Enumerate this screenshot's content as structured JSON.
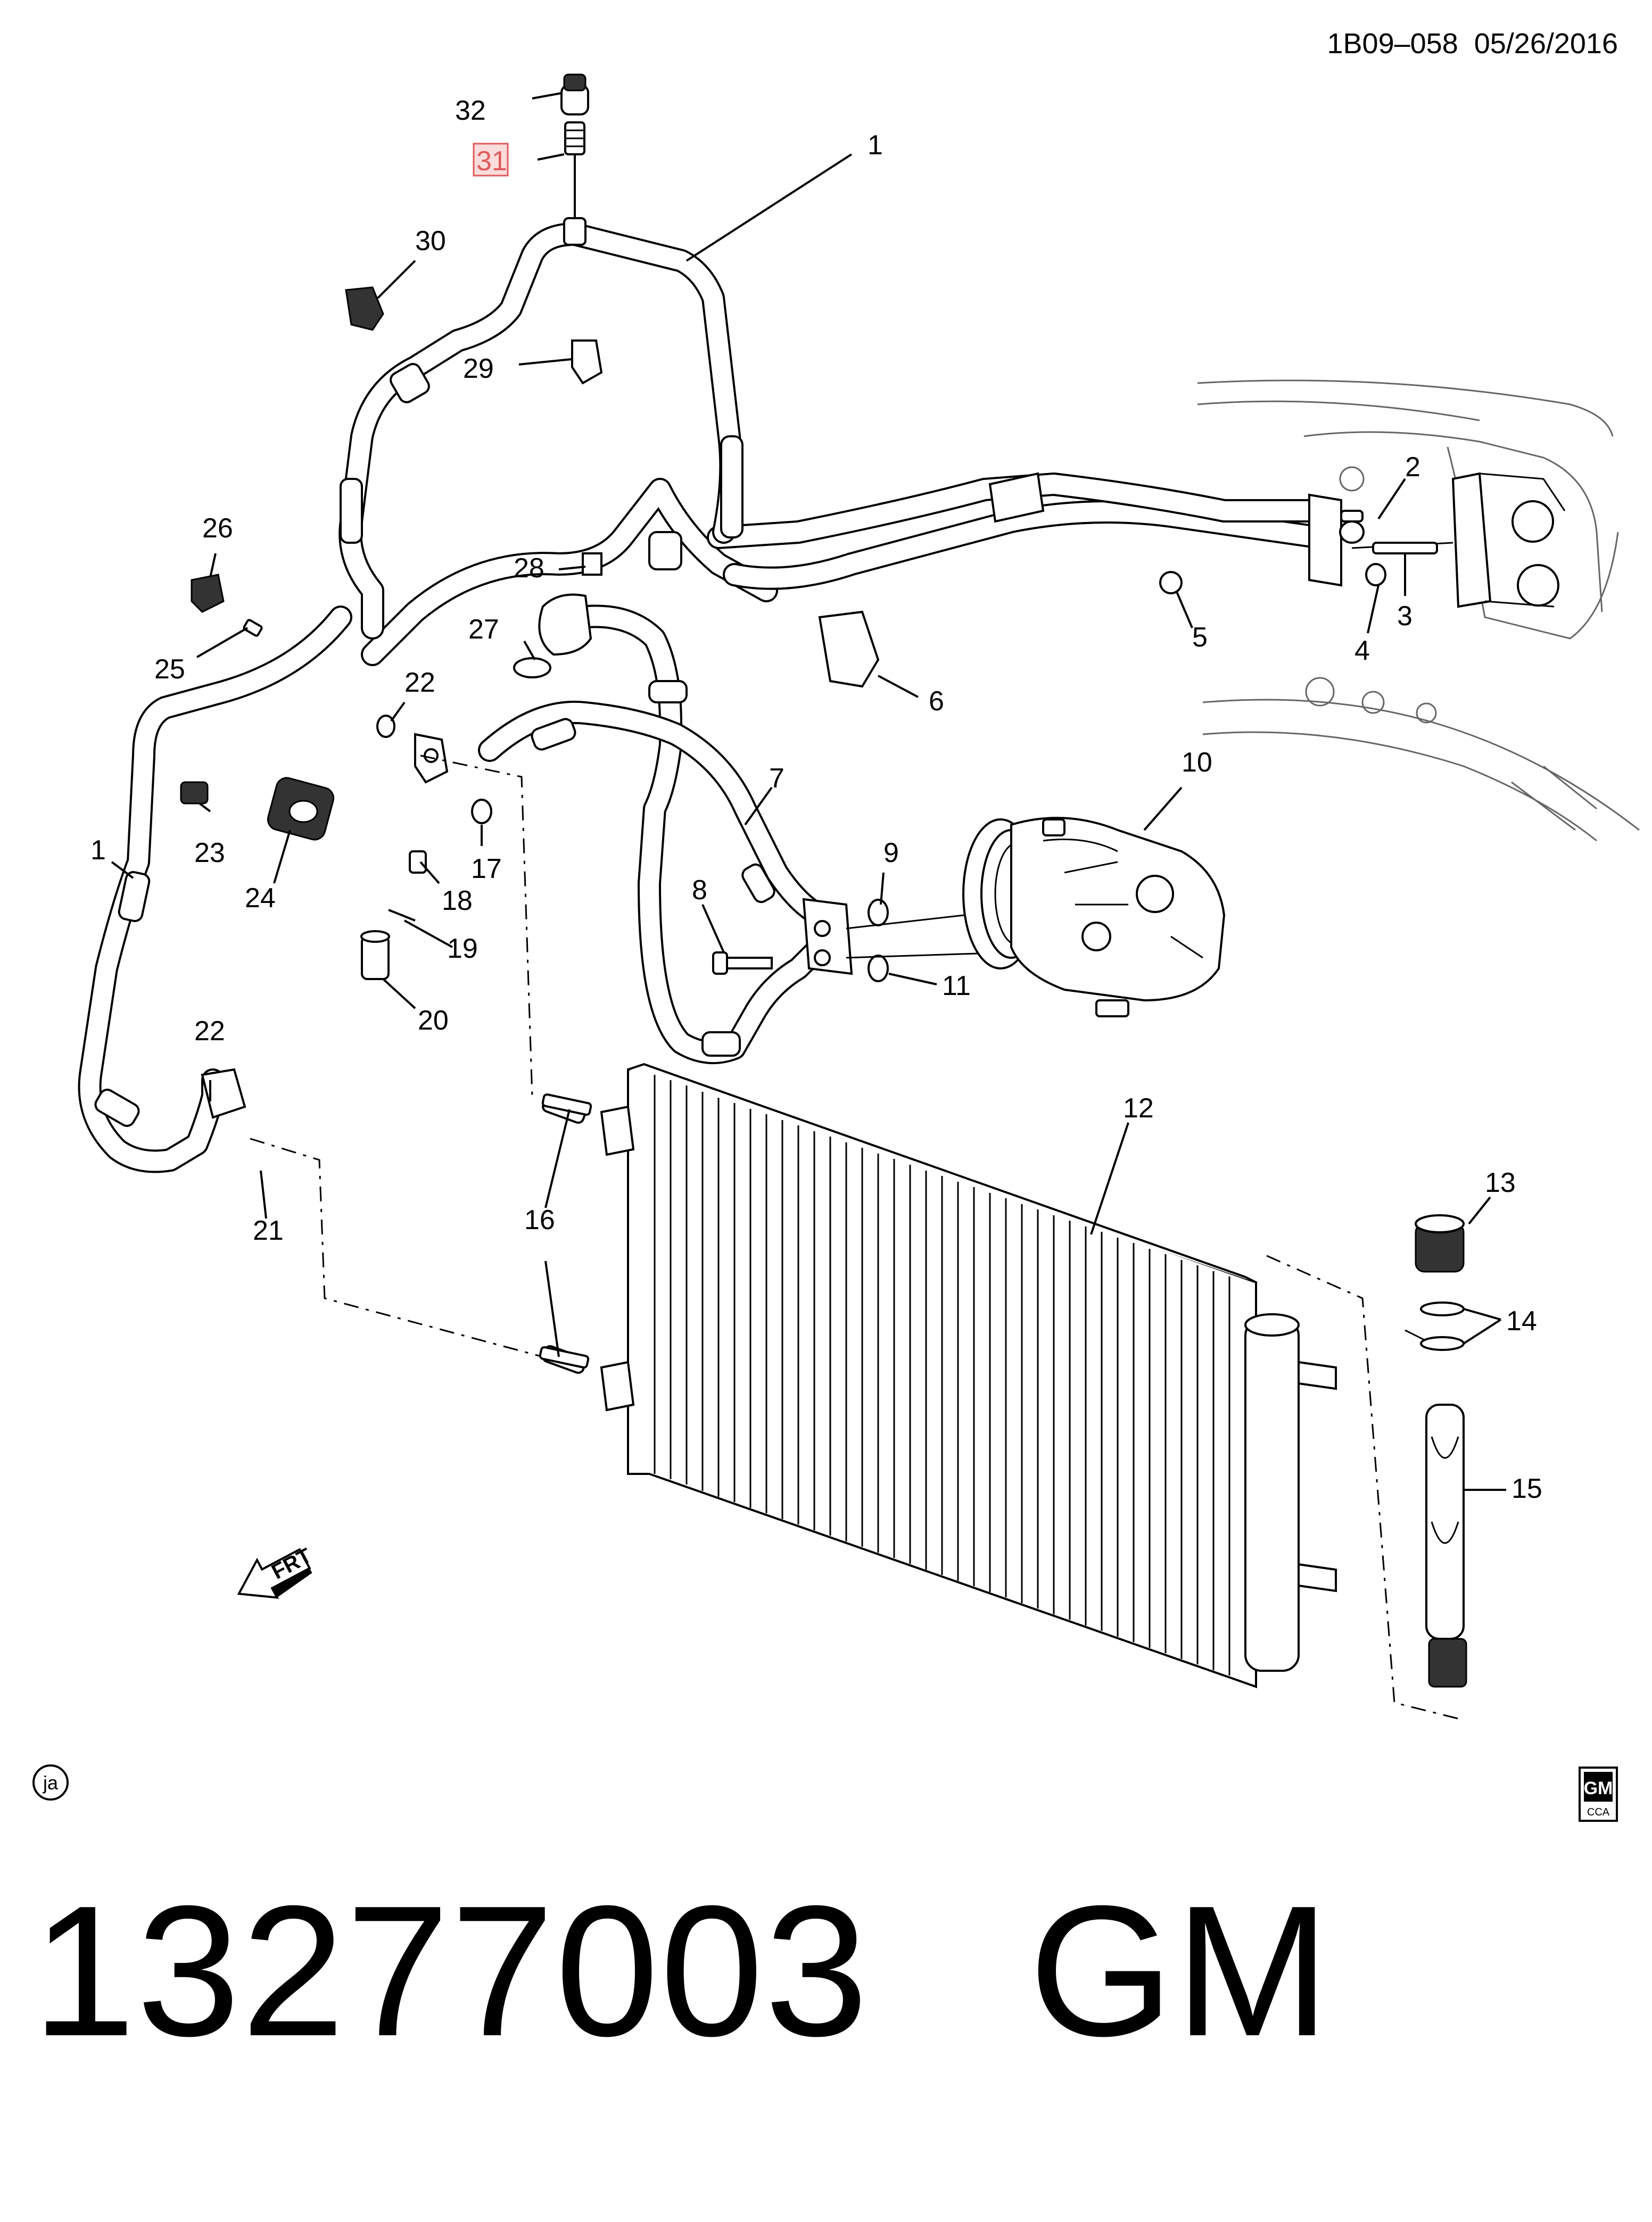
{
  "header": {
    "code": "1B09–058",
    "date": "05/26/2016"
  },
  "callouts": [
    "1",
    "2",
    "3",
    "4",
    "5",
    "6",
    "7",
    "8",
    "9",
    "10",
    "11",
    "12",
    "13",
    "14",
    "15",
    "16",
    "17",
    "18",
    "19",
    "20",
    "21",
    "22",
    "23",
    "24",
    "25",
    "26",
    "27",
    "28",
    "29",
    "30",
    "31",
    "32"
  ],
  "highlighted_callout": "31",
  "highlight_color": "#e05a5a",
  "direction_marker": "FRT",
  "stamp_left": "ja",
  "logo": {
    "top": "GM",
    "bottom": "CCA"
  },
  "footer": {
    "part_number": "13277003",
    "brand": "GM"
  }
}
